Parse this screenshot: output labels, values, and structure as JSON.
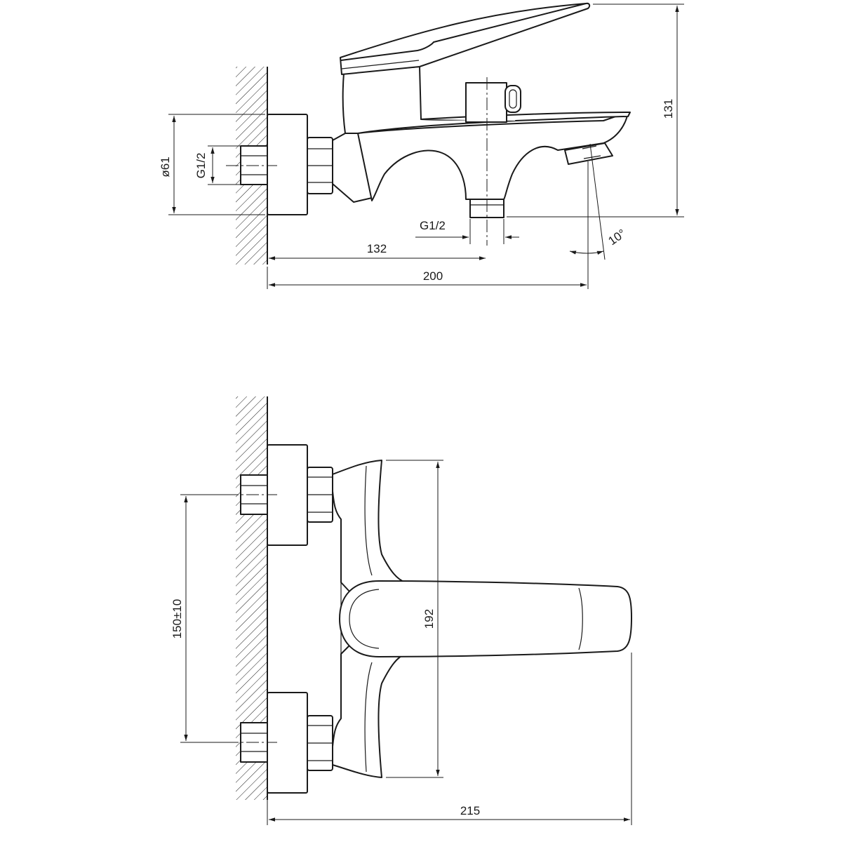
{
  "side_view": {
    "dim_d61": "ø61",
    "dim_g12_inlet": "G1/2",
    "dim_g12_outlet": "G1/2",
    "dim_132": "132",
    "dim_200": "200",
    "dim_131": "131",
    "dim_angle": "10°"
  },
  "top_view": {
    "dim_150": "150±10",
    "dim_192": "192",
    "dim_215": "215"
  }
}
